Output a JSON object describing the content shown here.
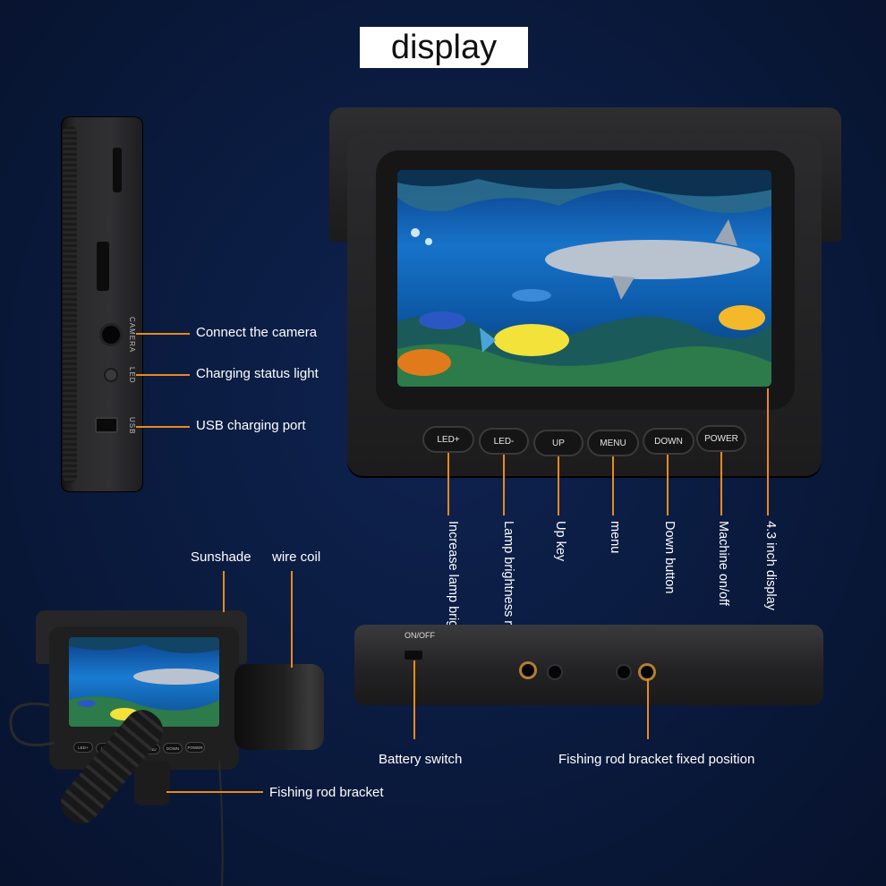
{
  "title": "display",
  "side_labels": {
    "camera": "Connect the camera",
    "led": "Charging status light",
    "usb": "USB charging port"
  },
  "side_device": {
    "camera_text": "CAMERA",
    "led_text": "LED",
    "usb_text": "USB"
  },
  "buttons": [
    "LED+",
    "LED-",
    "UP",
    "MENU",
    "DOWN",
    "POWER"
  ],
  "button_labels": [
    "Increase lamp brightness",
    "Lamp brightness reduction",
    "Up key",
    "menu",
    "Down button",
    "Machine on/off",
    "4.3 inch display"
  ],
  "bottom_device": {
    "onoff_text": "ON/OFF"
  },
  "assembly_labels": {
    "sunshade": "Sunshade",
    "wire_coil": "wire coil",
    "rod_bracket": "Fishing rod bracket"
  },
  "bottom_labels": {
    "battery_switch": "Battery switch",
    "bracket_position": "Fishing rod bracket fixed position"
  },
  "small_buttons": [
    "LED+",
    "LED-",
    "UP",
    "MENU",
    "DOWN",
    "POWER"
  ],
  "colors": {
    "background": "#0a1a3d",
    "leader_line": "#e98a1c",
    "label_text": "#ffffff"
  }
}
